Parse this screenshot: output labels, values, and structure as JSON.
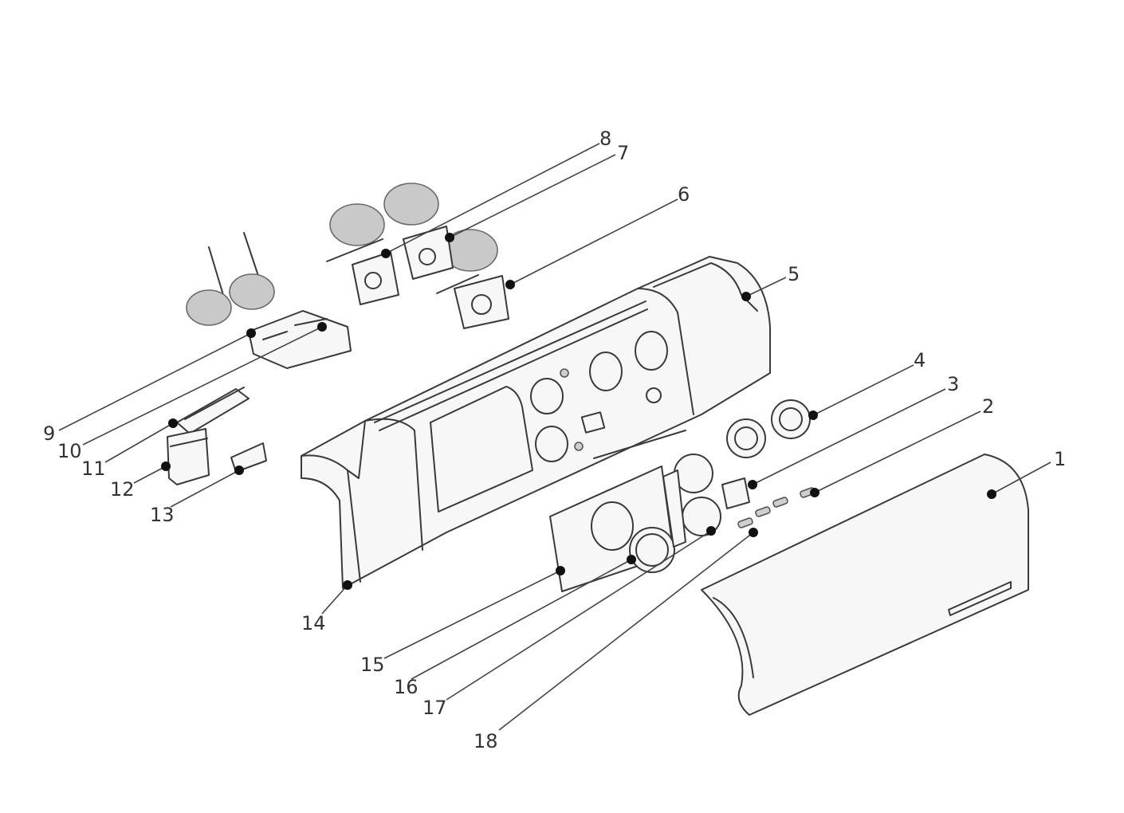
{
  "callouts": [
    {
      "id": "1",
      "label": "1"
    },
    {
      "id": "2",
      "label": "2"
    },
    {
      "id": "3",
      "label": "3"
    },
    {
      "id": "4",
      "label": "4"
    },
    {
      "id": "5",
      "label": "5"
    },
    {
      "id": "6",
      "label": "6"
    },
    {
      "id": "7",
      "label": "7"
    },
    {
      "id": "8",
      "label": "8"
    },
    {
      "id": "9",
      "label": "9"
    },
    {
      "id": "10",
      "label": "10"
    },
    {
      "id": "11",
      "label": "11"
    },
    {
      "id": "12",
      "label": "12"
    },
    {
      "id": "13",
      "label": "13"
    },
    {
      "id": "14",
      "label": "14"
    },
    {
      "id": "15",
      "label": "15"
    },
    {
      "id": "16",
      "label": "16"
    },
    {
      "id": "17",
      "label": "17"
    },
    {
      "id": "18",
      "label": "18"
    }
  ],
  "colors": {
    "line": "#3a3a3a",
    "coil": "#c9c9c9",
    "background": "#ffffff"
  }
}
